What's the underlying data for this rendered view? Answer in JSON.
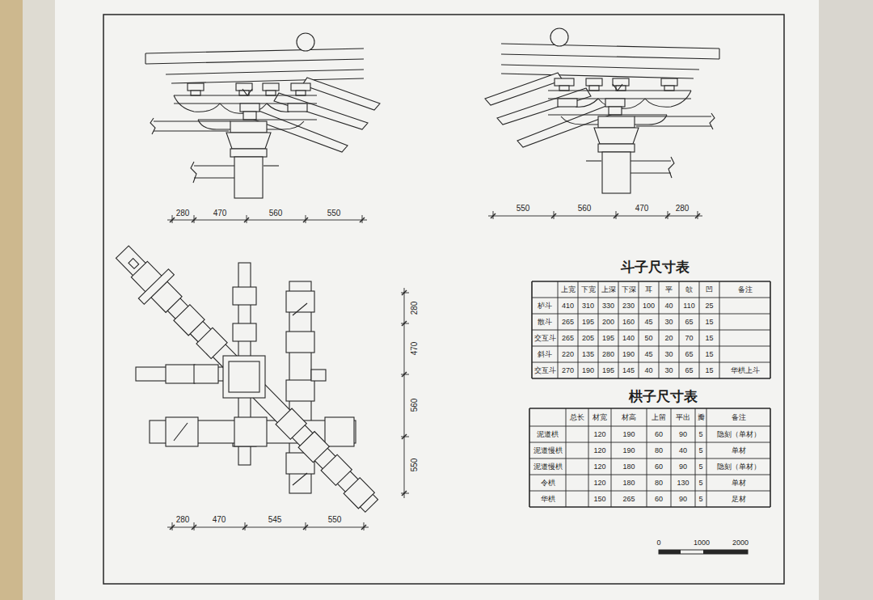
{
  "diagram": {
    "labels": [
      "280",
      "470",
      "560",
      "550",
      "550",
      "560",
      "470",
      "280",
      "280",
      "470",
      "560",
      "550",
      "280",
      "470",
      "545",
      "550",
      "斗子尺寸表",
      "上宽",
      "下宽",
      "上深",
      "下深",
      "耳",
      "平",
      "欹",
      "凹",
      "备注",
      "栌斗",
      "410",
      "310",
      "330",
      "230",
      "100",
      "40",
      "110",
      "25",
      "散斗",
      "265",
      "195",
      "200",
      "160",
      "45",
      "30",
      "65",
      "15",
      "交互斗",
      "265",
      "205",
      "195",
      "140",
      "50",
      "20",
      "70",
      "15",
      "斜斗",
      "220",
      "135",
      "280",
      "190",
      "45",
      "30",
      "65",
      "15",
      "交互斗",
      "270",
      "190",
      "195",
      "145",
      "40",
      "30",
      "65",
      "15",
      "华栱上斗",
      "栱子尺寸表",
      "总长",
      "材宽",
      "材高",
      "上留",
      "平出",
      "瓣",
      "备注",
      "泥道栱",
      "120",
      "190",
      "60",
      "90",
      "5",
      "隐刻（单材）",
      "泥道慢栱",
      "120",
      "190",
      "80",
      "40",
      "5",
      "单材",
      "泥道慢栱",
      "120",
      "180",
      "60",
      "90",
      "5",
      "隐刻（单材）",
      "令栱",
      "120",
      "180",
      "80",
      "130",
      "5",
      "单材",
      "华栱",
      "150",
      "265",
      "60",
      "90",
      "5",
      "足材",
      "0",
      "1000",
      "2000"
    ]
  }
}
